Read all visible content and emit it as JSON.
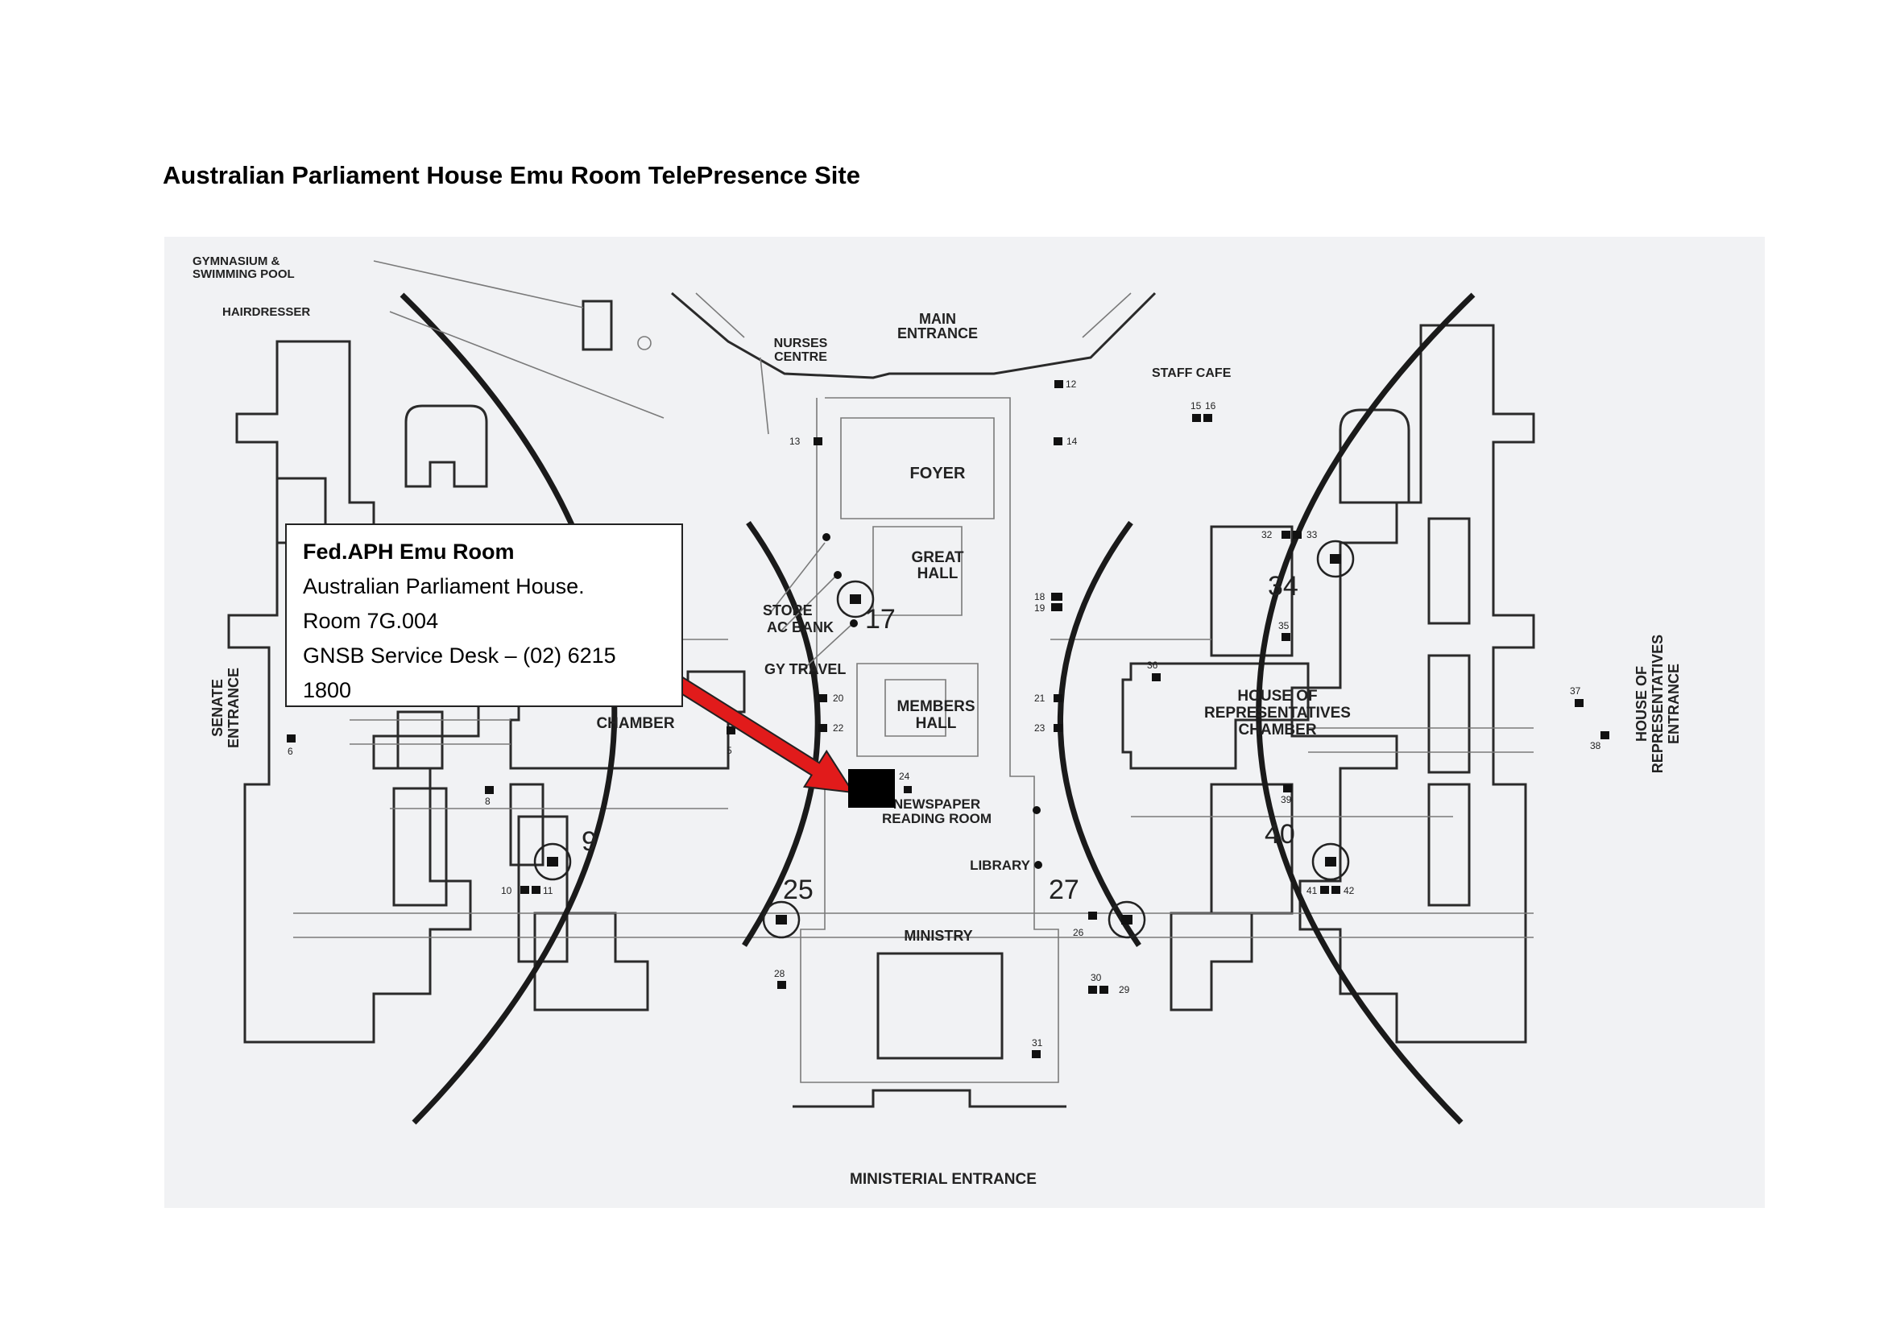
{
  "document": {
    "title": "Australian Parliament House Emu Room TelePresence Site"
  },
  "info_box": {
    "name": "Fed.APH Emu Room",
    "building": "Australian Parliament House.",
    "room": "Room 7G.004",
    "service_desk_line1": "GNSB Service Desk – (02) 6215",
    "service_desk_line2": "1800"
  },
  "map": {
    "labels": {
      "gym": "GYMNASIUM &",
      "gym2": "SWIMMING POOL",
      "hairdresser": "HAIRDRESSER",
      "main_entrance1": "MAIN",
      "main_entrance2": "ENTRANCE",
      "nurses1": "NURSES",
      "nurses2": "CENTRE",
      "staff_cafe": "STAFF CAFE",
      "foyer": "FOYER",
      "great_hall1": "GREAT",
      "great_hall2": "HALL",
      "store": "STORE",
      "bank": "AC BANK",
      "travel": "GY TRAVEL",
      "members_hall1": "MEMBERS",
      "members_hall2": "HALL",
      "senate_chamber": "CHAMBER",
      "senate_entrance1": "SENATE",
      "senate_entrance2": "ENTRANCE",
      "reps1": "HOUSE OF",
      "reps2": "REPRESENTATIVES",
      "reps3": "CHAMBER",
      "reps_entrance1": "HOUSE OF",
      "reps_entrance2": "REPRESENTATIVES",
      "reps_entrance3": "ENTRANCE",
      "newspaper1": "NEWSPAPER",
      "newspaper2": "READING ROOM",
      "library": "LIBRARY",
      "ministry": "MINISTRY",
      "ministerial_entrance": "MINISTERIAL ENTRANCE"
    },
    "numbers": {
      "n5": "5",
      "n6": "6",
      "n8": "8",
      "n9": "9",
      "n10": "10",
      "n11": "11",
      "n12": "12",
      "n13": "13",
      "n14": "14",
      "n15": "15",
      "n16": "16",
      "n17": "17",
      "n18": "18",
      "n19": "19",
      "n20": "20",
      "n21": "21",
      "n22": "22",
      "n23": "23",
      "n24": "24",
      "n25": "25",
      "n26": "26",
      "n27": "27",
      "n28": "28",
      "n29": "29",
      "n30": "30",
      "n31": "31",
      "n32": "32",
      "n33": "33",
      "n34": "34",
      "n35": "35",
      "n36": "36",
      "n37": "37",
      "n38": "38",
      "n39": "39",
      "n40": "40",
      "n41": "41",
      "n42": "42"
    },
    "colors": {
      "arrow": "#e11b1b",
      "marker": "#000000"
    }
  }
}
